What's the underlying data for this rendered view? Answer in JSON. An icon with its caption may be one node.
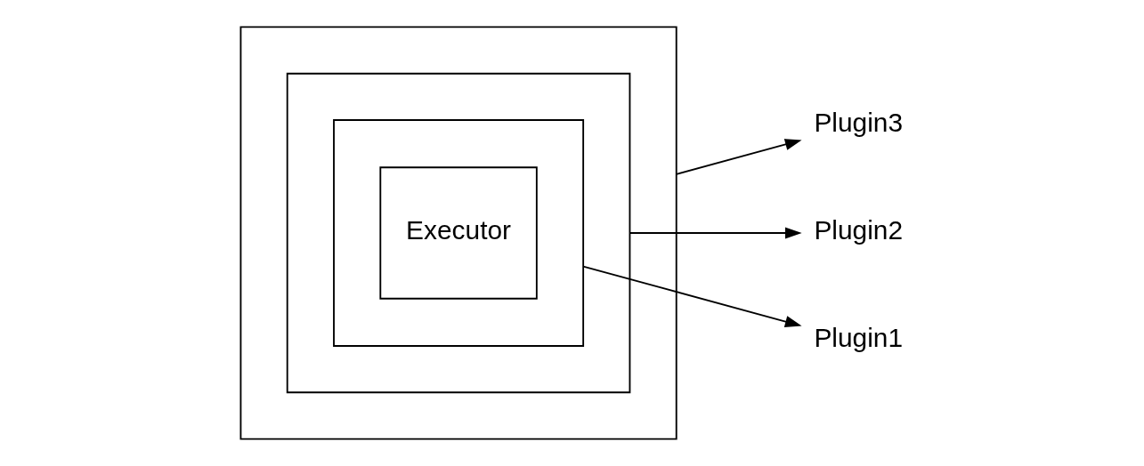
{
  "diagram": {
    "nodes": [
      {
        "text": [],
        "shape": "box"
      },
      {
        "text": [],
        "shape": "box",
        "in": 0
      },
      {
        "text": [],
        "shape": "box",
        "in": 1
      },
      {
        "text": [
          "Executor"
        ],
        "in": 2
      },
      {
        "text": [
          "Plugin3"
        ]
      },
      {
        "text": [
          "Plugin2"
        ]
      },
      {
        "text": [
          "Plugin1"
        ]
      }
    ],
    "edges": [
      {
        "from": 0,
        "to": 4,
        "arrow": "to"
      },
      {
        "from": 1,
        "to": 5,
        "arrow": "to"
      },
      {
        "from": 2,
        "to": 6,
        "arrow": "to"
      }
    ]
  }
}
